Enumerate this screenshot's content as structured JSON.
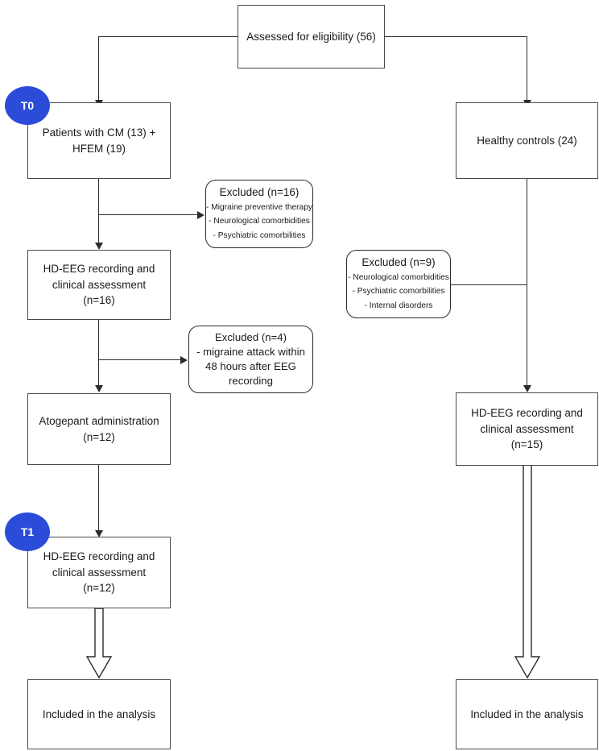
{
  "diagram": {
    "title": "Study participant flow diagram",
    "type": "flowchart",
    "accent_color": "#2B4CD8",
    "line_color": "#2b2b2b",
    "box_border_color": "#4a4a4a",
    "background": "#ffffff"
  },
  "badges": [
    {
      "id": "t0",
      "label": "T0"
    },
    {
      "id": "t1",
      "label": "T1"
    }
  ],
  "nodes": {
    "assessed": {
      "label": "Assessed for eligibility (56)"
    },
    "patients": {
      "label": "Patients with CM (13) +\nHFEM (19)"
    },
    "controls": {
      "label": "Healthy controls (24)"
    },
    "patients_eeg_t0": {
      "label": "HD-EEG recording and\nclinical assessment\n(n=16)"
    },
    "controls_eeg": {
      "label": "HD-EEG recording and\nclinical assessment\n(n=15)"
    },
    "atogepant": {
      "label": "Atogepant administration\n(n=12)"
    },
    "patients_eeg_t1": {
      "label": "HD-EEG recording and\nclinical assessment\n(n=12)"
    },
    "included_left": {
      "label": "Included in the analysis"
    },
    "included_right": {
      "label": "Included in the analysis"
    }
  },
  "excluded": {
    "excl16": {
      "title": "Excluded (n=16)",
      "reasons": [
        "- Migraine preventive therapy",
        "- Neurological comorbidities",
        "- Psychiatric comorbilities"
      ]
    },
    "excl9": {
      "title": "Excluded (n=9)",
      "reasons": [
        "- Neurological comorbidities",
        "- Psychiatric comorbilities",
        "- Internal disorders"
      ]
    },
    "excl4": {
      "title": "Excluded (n=4)",
      "reasons": [
        "- migraine attack within\n48 hours after EEG\nrecording"
      ]
    }
  }
}
